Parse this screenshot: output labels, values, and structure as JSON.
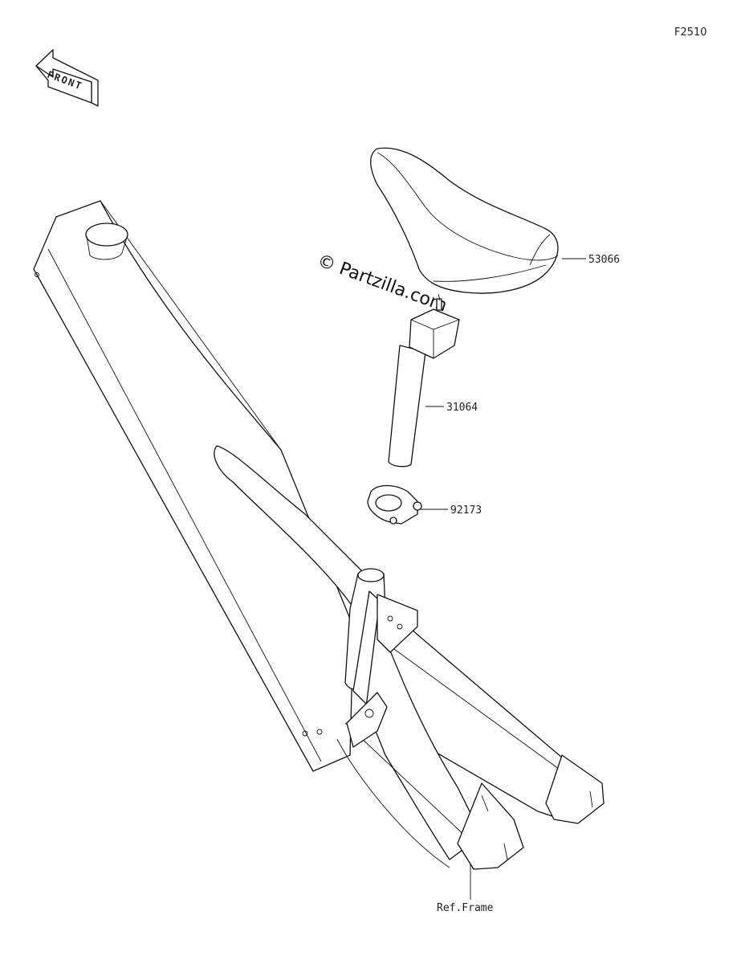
{
  "diagram_code": "F2510",
  "front_label": "FRONT",
  "watermark": "© Partzilla.com",
  "parts": [
    {
      "part_number": "53066"
    },
    {
      "part_number": "31064"
    },
    {
      "part_number": "92173"
    }
  ],
  "ref_label": "Ref.Frame"
}
